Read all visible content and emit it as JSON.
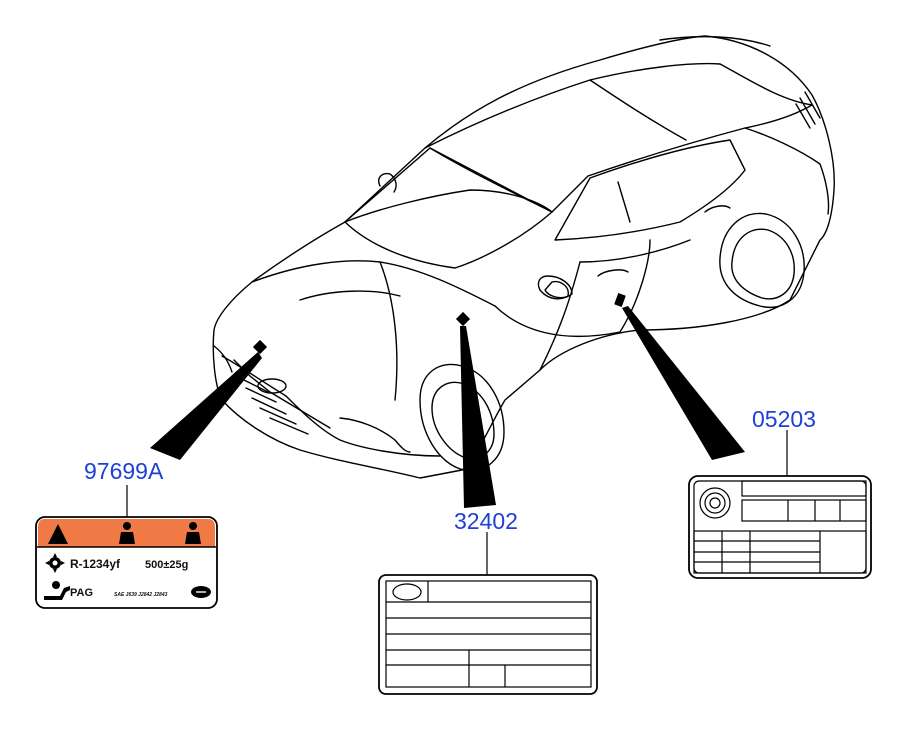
{
  "callouts": [
    {
      "part_number": "97699A"
    },
    {
      "part_number": "32402"
    },
    {
      "part_number": "05203"
    }
  ],
  "refrigerant_label": {
    "refrigerant": "R-1234yf",
    "charge": "500±25g",
    "oil": "PAG",
    "standards": "SAE J639 J2842 J2843",
    "header_color": "#f07a45",
    "icons": [
      "warning-triangle-icon",
      "technician-icon",
      "technician-icon",
      "technician-icon",
      "gear-icon",
      "oil-can-icon",
      "hyundai-logo-icon"
    ]
  },
  "colors": {
    "part_number_text": "#1f3fd6",
    "line_art": "#000000"
  }
}
